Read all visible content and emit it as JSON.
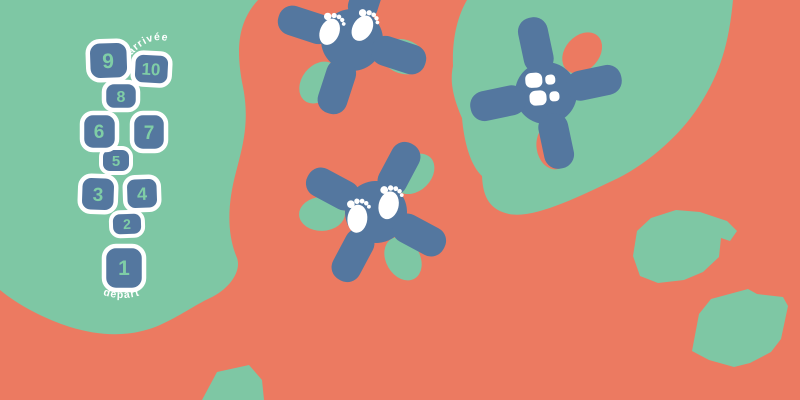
{
  "palette": {
    "coral": "#EC7A61",
    "green": "#7EC7A4",
    "blue": "#54779F",
    "white": "#FFFFFF",
    "number_color": "#7FCDA6"
  },
  "hopscotch": {
    "arrival_label": "arrivée",
    "start_label": "départ",
    "cells": [
      {
        "label": "1"
      },
      {
        "label": "2"
      },
      {
        "label": "3"
      },
      {
        "label": "4"
      },
      {
        "label": "5"
      },
      {
        "label": "6"
      },
      {
        "label": "7"
      },
      {
        "label": "8"
      },
      {
        "label": "9"
      },
      {
        "label": "10"
      }
    ]
  },
  "icons": {
    "flower_top": "footprints-icon",
    "flower_middle": "footprints-icon",
    "flower_right": "shoe-prints-icon"
  }
}
